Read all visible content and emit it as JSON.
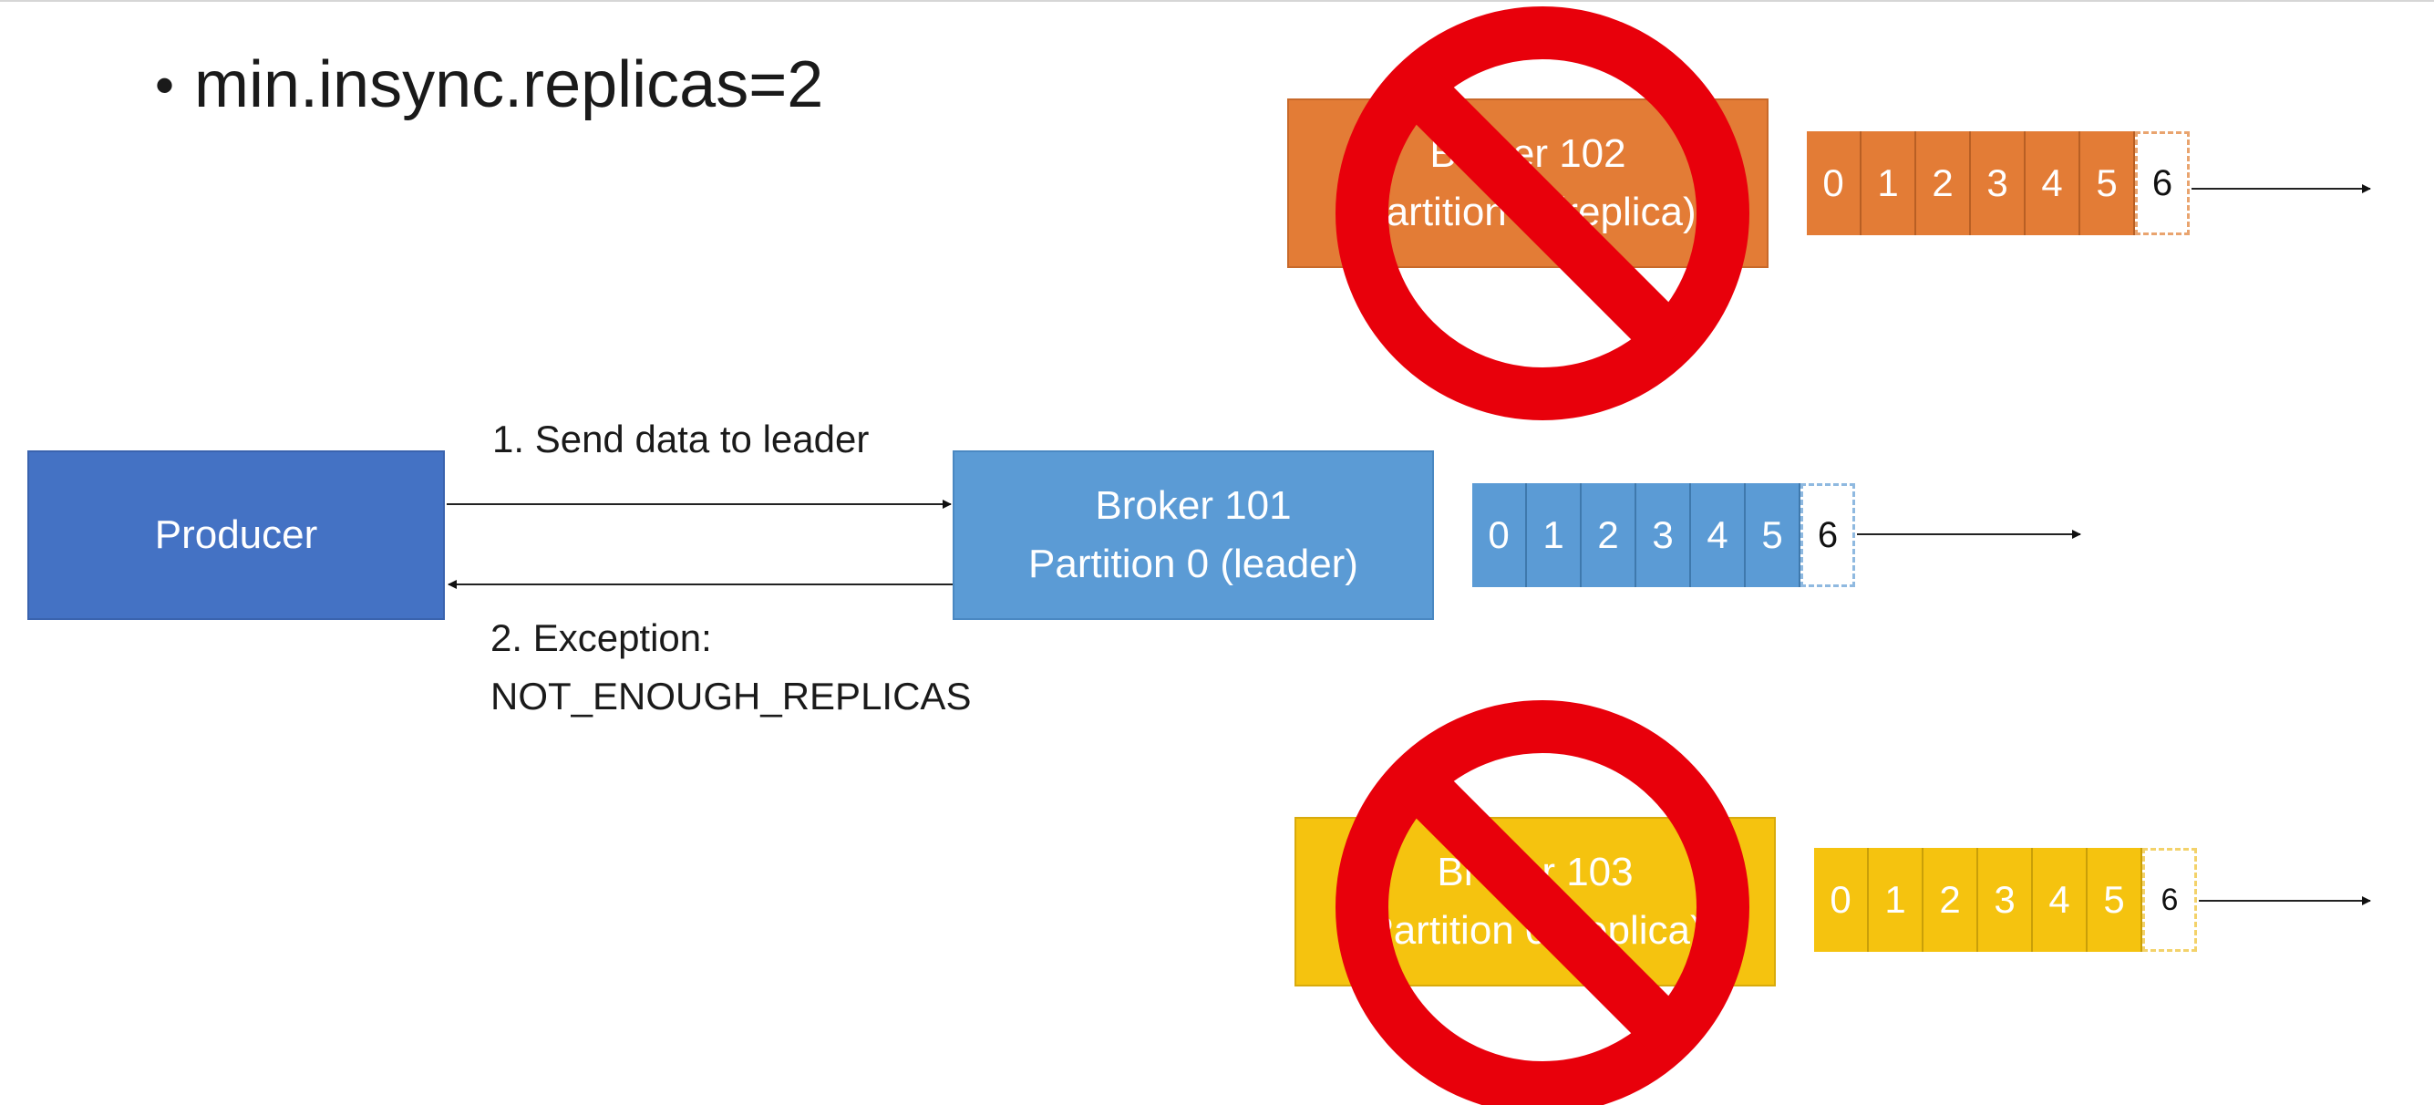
{
  "bullet": {
    "symbol": "•",
    "text": "min.insync.replicas=2"
  },
  "producer": {
    "label": "Producer"
  },
  "arrows": {
    "send_label": "1. Send data to leader",
    "exception_line1": "2. Exception:",
    "exception_line2": "NOT_ENOUGH_REPLICAS"
  },
  "brokers": [
    {
      "id": "101",
      "line1": "Broker 101",
      "line2": "Partition 0 (leader)",
      "color": "#5b9bd5",
      "available": true,
      "offsets": [
        "0",
        "1",
        "2",
        "3",
        "4",
        "5"
      ],
      "next_offset": "6"
    },
    {
      "id": "102",
      "line1": "Broker 102",
      "line2": "Partition 0 (replica)",
      "color": "#e37c36",
      "available": false,
      "offsets": [
        "0",
        "1",
        "2",
        "3",
        "4",
        "5"
      ],
      "next_offset": "6"
    },
    {
      "id": "103",
      "line1": "Broker 103",
      "line2": "Partition 0 (replica)",
      "color": "#f5c30f",
      "available": false,
      "offsets": [
        "0",
        "1",
        "2",
        "3",
        "4",
        "5"
      ],
      "next_offset": "6"
    }
  ],
  "colors": {
    "producer": "#4472c4",
    "prohibited": "#e8000b"
  }
}
